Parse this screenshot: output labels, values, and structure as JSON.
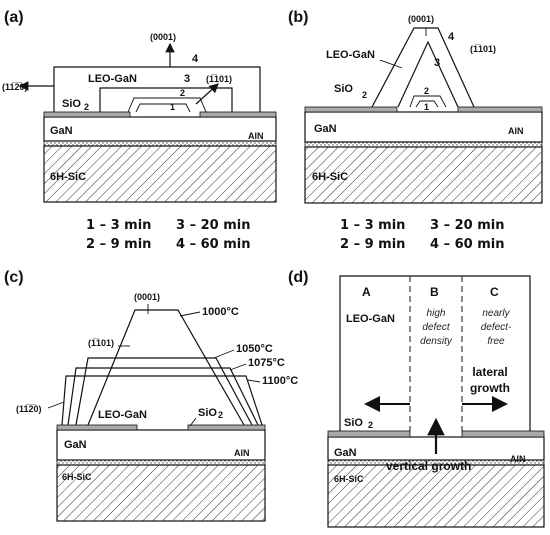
{
  "panels": {
    "a": {
      "tag": "(a)",
      "dir_0001": "(0001)",
      "dir_1120": "(11̅2̅0)",
      "dir_1101": "(1̅101)",
      "leo": "LEO-GaN",
      "sio2": "SiO",
      "sub2": "2",
      "gan": "GaN",
      "aln": "AlN",
      "sic": "6H-SiC",
      "n1": "1",
      "n2": "2",
      "n3": "3",
      "n4": "4",
      "times": [
        "1 – 3 min",
        "3 – 20 min",
        "2 – 9 min",
        "4 – 60 min"
      ]
    },
    "b": {
      "tag": "(b)",
      "dir_0001": "(0001)",
      "dir_1101": "(1̅101)",
      "leo": "LEO-GaN",
      "sio2": "SiO",
      "sub2": "2",
      "gan": "GaN",
      "aln": "AlN",
      "sic": "6H-SiC",
      "n1": "1",
      "n2": "2",
      "n3": "3",
      "n4": "4",
      "times": [
        "1 – 3 min",
        "3 – 20 min",
        "2 – 9 min",
        "4 – 60 min"
      ]
    },
    "c": {
      "tag": "(c)",
      "dir_0001": "(0001)",
      "dir_1101": "(1̅101)",
      "dir_1120": "(11̅2̅0)",
      "t1": "1000°C",
      "t2": "1050°C",
      "t3": "1075°C",
      "t4": "1100°C",
      "leo": "LEO-GaN",
      "sio2": "SiO",
      "sub2": "2",
      "gan": "GaN",
      "aln": "AlN",
      "sic": "6H-SiC"
    },
    "d": {
      "tag": "(d)",
      "colA": "A",
      "colB": "B",
      "colC": "C",
      "leo": "LEO-GaN",
      "b_text": [
        "high",
        "defect",
        "density"
      ],
      "c_text": [
        "nearly",
        "defect-",
        "free"
      ],
      "lateral": [
        "lateral",
        "growth"
      ],
      "sio2": "SiO",
      "sub2": "2",
      "gan": "GaN",
      "vertical": "vertical growth",
      "aln": "AlN",
      "sic": "6H-SiC"
    }
  }
}
